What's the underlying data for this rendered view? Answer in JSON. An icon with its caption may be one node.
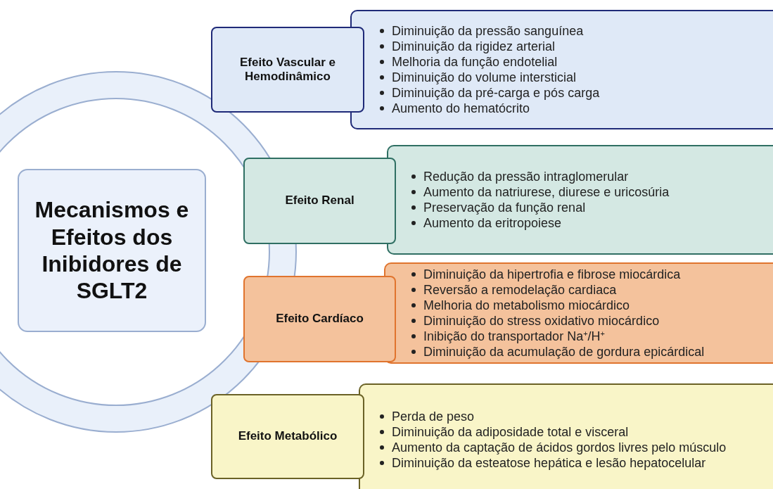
{
  "diagram": {
    "nodes": [
      {
        "text": [
          "Mecanismos e Efeitos dos Inibidores de SGLT2"
        ]
      },
      {
        "text": [
          "Efeito Vascular e Hemodinâmico"
        ]
      },
      {
        "text": [
          "Diminuição da pressão sanguínea",
          "Diminuição da rigidez arterial",
          "Melhoria da função endotelial",
          "Diminuição do volume intersticial",
          "Diminuição da pré-carga e pós carga",
          "Aumento do hematócrito"
        ]
      },
      {
        "text": [
          "Efeito Renal"
        ]
      },
      {
        "text": [
          "Redução da pressão intraglomerular",
          "Aumento da natriurese, diurese e uricosúria",
          "Preservação da função renal",
          "Aumento da eritropoiese"
        ]
      },
      {
        "text": [
          "Efeito Cardíaco"
        ]
      },
      {
        "text": [
          "Diminuição da hipertrofia e fibrose miocárdica",
          "Reversão a remodelação cardiaca",
          "Melhoria do metabolismo miocárdico",
          "Diminuição do stress oxidativo miocárdico",
          "Inibição do transportador Na$^{+}$/H$^{+}$",
          "Diminuição da acumulação de gordura epicárdical"
        ]
      },
      {
        "text": [
          "Efeito Metabólico"
        ]
      },
      {
        "text": [
          "Perda de peso",
          "Diminuição da adiposidade total e visceral",
          "Aumento da captação de ácidos gordos livres pelo músculo",
          "Diminuição da esteatose hepática e lesão hepatocelular"
        ]
      }
    ]
  }
}
